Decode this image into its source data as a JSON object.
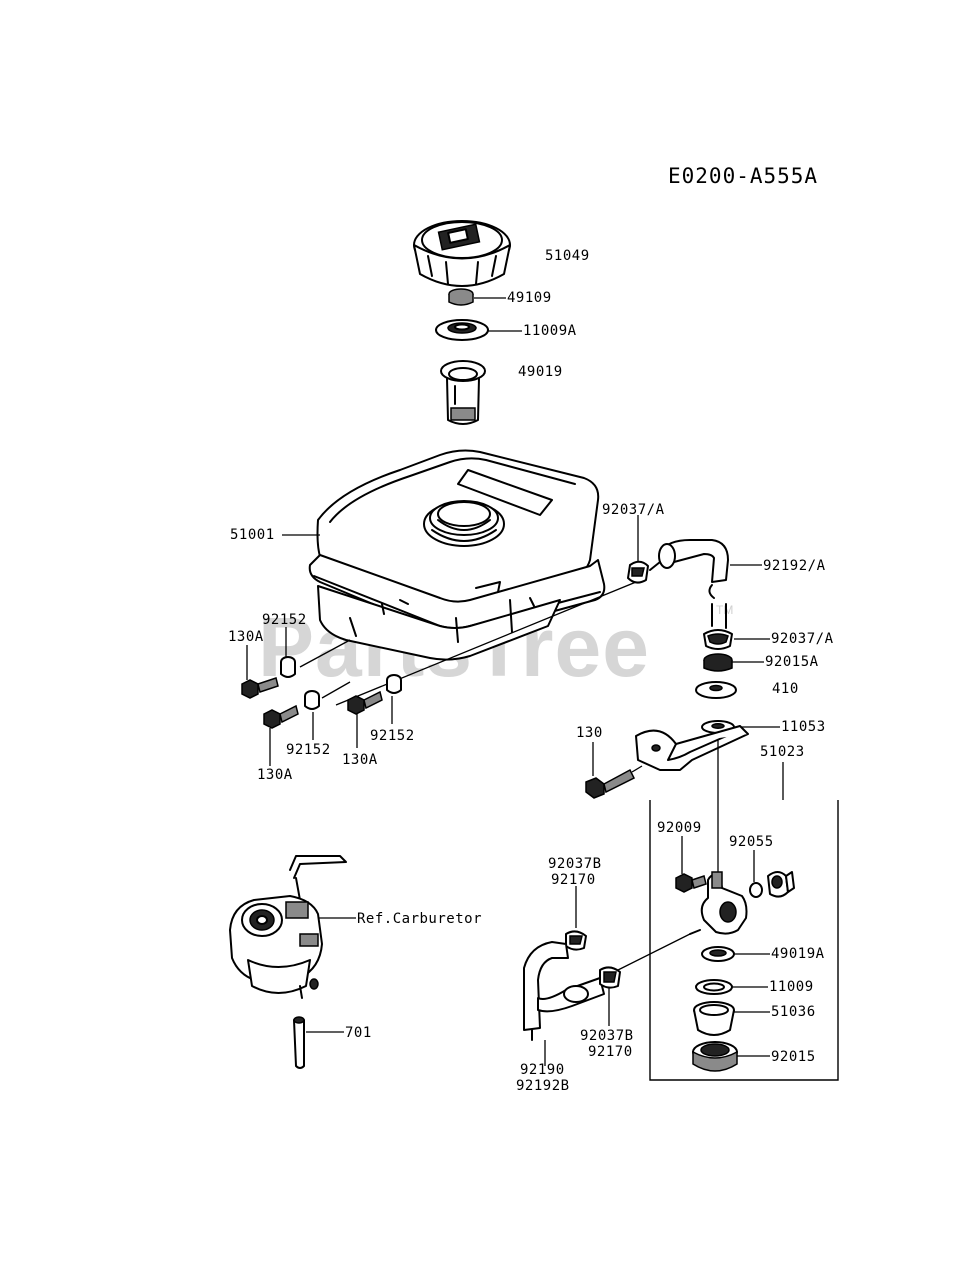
{
  "diagram_code": "E0200-A555A",
  "watermark": {
    "text": "PartsTree",
    "tm": "TM"
  },
  "callouts": {
    "cap": "51049",
    "cap_seal": "49109",
    "cap_gasket": "11009A",
    "filter": "49019",
    "tank": "51001",
    "clamp_top": "92037/A",
    "hose_top": "92192/A",
    "clamp_mid": "92037/A",
    "nut_mid": "92015A",
    "washer_mid": "410",
    "gasket_bracket": "11053",
    "bracket": "51023",
    "bolt_bracket": "130",
    "collar_a": "92152",
    "bolt_a": "130A",
    "collar_b": "92152",
    "bolt_b": "130A",
    "collar_c": "92152",
    "bolt_c": "130A",
    "screw_cock": "92009",
    "oring_cock": "92055",
    "clamp_hose_top_1": "92037B",
    "clamp_hose_top_2": "92170",
    "carburetor": "Ref.Carburetor",
    "filter_cock": "49019A",
    "gasket_cock": "11009",
    "cup": "51036",
    "nut_cup": "92015",
    "pipe_carb": "701",
    "clamp_hose_bot_1": "92037B",
    "clamp_hose_bot_2": "92170",
    "hose_bot_1": "92190",
    "hose_bot_2": "92192B"
  }
}
